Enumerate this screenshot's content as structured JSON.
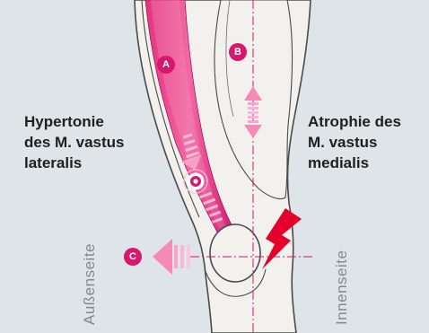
{
  "labels": {
    "left": [
      "Hypertonie",
      "des M. vastus",
      "lateralis"
    ],
    "right": [
      "Atrophie des",
      "M. vastus",
      "medialis"
    ]
  },
  "side_labels": {
    "outer": "Außenseite",
    "inner": "Innenseite"
  },
  "markers": {
    "a": "A",
    "b": "B",
    "c": "C"
  },
  "colors": {
    "background": "#dfe4e8",
    "leg_fill": "#f3f1ee",
    "outline": "#4a4a4a",
    "magenta": "#d6186e",
    "axis_line": "#d6186e",
    "side_label": "#7c8a95"
  }
}
